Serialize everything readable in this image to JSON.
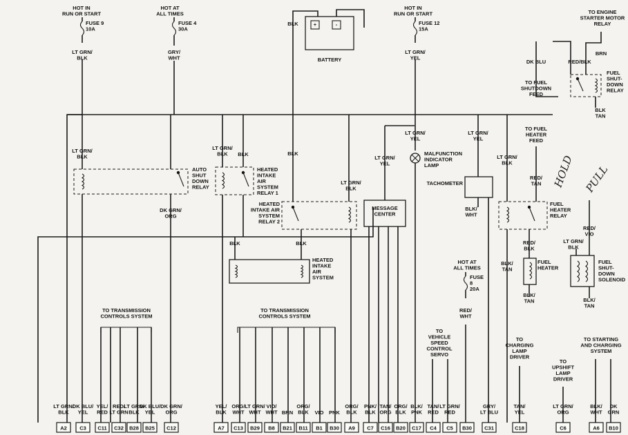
{
  "sources": {
    "hot_run_left": [
      "HOT IN",
      "RUN OR START"
    ],
    "hot_all_left": [
      "HOT AT",
      "ALL TIMES"
    ],
    "hot_run_right": [
      "HOT IN",
      "RUN OR START"
    ],
    "hot_all_mid": [
      "HOT AT",
      "ALL TIMES"
    ],
    "engine_relay": [
      "TO ENGINE",
      "STARTER MOTOR",
      "RELAY"
    ]
  },
  "fuses": {
    "fuse9": [
      "FUSE 9",
      "10A"
    ],
    "fuse4": [
      "FUSE 4",
      "30A"
    ],
    "fuse12": [
      "FUSE 12",
      "15A"
    ],
    "fuse8": [
      "FUSE",
      "8",
      "20A"
    ]
  },
  "battery": {
    "label": "BATTERY",
    "pos": "+",
    "neg": "-"
  },
  "components": {
    "asd_relay": [
      "AUTO",
      "SHUT",
      "DOWN",
      "RELAY"
    ],
    "hia_relay1": [
      "HEATED",
      "INTAKE",
      "AIR",
      "SYSTEM",
      "RELAY 1"
    ],
    "hia_relay2": [
      "HEATED",
      "INTAKE AIR",
      "SYSTEM",
      "RELAY 2"
    ],
    "hia_system": [
      "HEATED",
      "INTAKE",
      "AIR",
      "SYSTEM"
    ],
    "message_center": [
      "MESSAGE",
      "CENTER"
    ],
    "mil": [
      "MALFUNCTION",
      "INDICATOR",
      "LAMP"
    ],
    "tachometer": "TACHOMETER",
    "fuel_heater_relay": [
      "FUEL",
      "HEATER",
      "RELAY"
    ],
    "fuel_heater": [
      "FUEL",
      "HEATER"
    ],
    "fuel_shutdown_relay": [
      "FUEL",
      "SHUT-",
      "DOWN",
      "RELAY"
    ],
    "fuel_shutdown_solenoid": [
      "FUEL",
      "SHUT-",
      "DOWN",
      "SOLENOID"
    ]
  },
  "notes": {
    "trans_left": [
      "TO TRANSMISSION",
      "CONTROLS SYSTEM"
    ],
    "trans_mid": [
      "TO TRANSMISSION",
      "CONTROLS SYSTEM"
    ],
    "vss": [
      "TO",
      "VEHICLE",
      "SPEED",
      "CONTROL",
      "SERVO"
    ],
    "charging_lamp": [
      "TO",
      "CHARGING",
      "LAMP",
      "DRIVER"
    ],
    "upshift": [
      "TO",
      "UPSHIFT",
      "LAMP",
      "DRIVER"
    ],
    "starting": [
      "TO STARTING",
      "AND CHARGING",
      "SYSTEM"
    ],
    "fuel_shutdown_feed": [
      "TO FUEL",
      "SHUTDOWN",
      "FEED"
    ],
    "fuel_heater_feed": [
      "TO FUEL",
      "HEATER",
      "FEED"
    ],
    "hand_hold": "HOLD",
    "hand_pull": "PULL"
  },
  "wires": {
    "w_fuse9": [
      "LT GRN/",
      "BLK"
    ],
    "w_fuse4": [
      "GRY/",
      "WHT"
    ],
    "w_fuse12": [
      "LT GRN/",
      "YEL"
    ],
    "w_batt": "BLK",
    "w_asd_in": [
      "LT GRN/",
      "BLK"
    ],
    "w_asd_out": [
      "DK GRN/",
      "ORG"
    ],
    "w_r1_a": [
      "LT GRN/",
      "BLK"
    ],
    "w_r1_b": "BLK",
    "w_r2_in": "BLK",
    "w_r2_a": "BLK",
    "w_r2_b": "BLK",
    "w_a9": [
      "LT GRN/",
      "BLK"
    ],
    "w_mc": [
      "LT GRN/",
      "YEL"
    ],
    "w_mil": [
      "LT GRN/",
      "YEL"
    ],
    "w_tach_in": [
      "LT GRN/",
      "YEL"
    ],
    "w_tach_out": [
      "BLK/",
      "WHT"
    ],
    "w_fh_in": [
      "LT GRN/",
      "BLK"
    ],
    "w_fh_feed": [
      "RED/",
      "TAN"
    ],
    "w_fh_out": [
      "RED/",
      "BLK"
    ],
    "w_fh_gnd1": [
      "BLK/",
      "TAN"
    ],
    "w_fh_gnd2": [
      "BLK/",
      "TAN"
    ],
    "w_fsd_a": [
      "DK BLU"
    ],
    "w_fsd_b": [
      "RED/BLK"
    ],
    "w_fsd_c": "BRN",
    "w_fsd_gnd": [
      "BLK",
      "TAN"
    ],
    "w_sol_a": [
      "RED/",
      "VIO"
    ],
    "w_sol_b": [
      "LT GRN/",
      "BLK"
    ],
    "w_sol_gnd": [
      "BLK/",
      "TAN"
    ],
    "w_f8": [
      "RED/",
      "WHT"
    ]
  },
  "bottom_wires": [
    {
      "pin": "A2",
      "lines": [
        "LT GRN/",
        "BLK"
      ]
    },
    {
      "pin": "C3",
      "lines": [
        "DK BLU/",
        "YEL"
      ]
    },
    {
      "pin": "C11",
      "lines": [
        "YEL/",
        "RED"
      ]
    },
    {
      "pin": "C32",
      "lines": [
        "RED/",
        "LT GRN"
      ]
    },
    {
      "pin": "B28",
      "lines": [
        "LT GRN/",
        "BLK"
      ]
    },
    {
      "pin": "B25",
      "lines": [
        "DK BLU/",
        "YEL"
      ]
    },
    {
      "pin": "C12",
      "lines": [
        "DK GRN/",
        "ORG"
      ]
    },
    {
      "pin": "A7",
      "lines": [
        "YEL/",
        "BLK"
      ]
    },
    {
      "pin": "C13",
      "lines": [
        "ORG/",
        "WHT"
      ]
    },
    {
      "pin": "B29",
      "lines": [
        "LT GRN/",
        "WHT"
      ]
    },
    {
      "pin": "B8",
      "lines": [
        "VIO/",
        "WHT"
      ]
    },
    {
      "pin": "B21",
      "lines": [
        "BRN"
      ]
    },
    {
      "pin": "B11",
      "lines": [
        "ORG/",
        "BLK"
      ]
    },
    {
      "pin": "B1",
      "lines": [
        "VIO"
      ]
    },
    {
      "pin": "B30",
      "lines": [
        "PNK"
      ]
    },
    {
      "pin": "A9",
      "lines": [
        "ORG/",
        "BLK"
      ]
    },
    {
      "pin": "C7",
      "lines": [
        "PNK/",
        "BLK"
      ]
    },
    {
      "pin": "C16",
      "lines": [
        "TAN/",
        "ORG"
      ]
    },
    {
      "pin": "B20",
      "lines": [
        "ORG/",
        "BLK"
      ]
    },
    {
      "pin": "C17",
      "lines": [
        "BLK/",
        "PNK"
      ]
    },
    {
      "pin": "C4",
      "lines": [
        "TAN/",
        "RED"
      ]
    },
    {
      "pin": "C5",
      "lines": [
        "LT GRN/",
        "RED"
      ]
    },
    {
      "pin": "B30",
      "lines": []
    },
    {
      "pin": "C31",
      "lines": [
        "GRY/",
        "LT BLU"
      ]
    },
    {
      "pin": "C18",
      "lines": [
        "TAN/",
        "YEL"
      ]
    },
    {
      "pin": "C6",
      "lines": [
        "LT GRN/",
        "ORG"
      ]
    },
    {
      "pin": "A6",
      "lines": [
        "BLK/",
        "WHT"
      ]
    },
    {
      "pin": "B10",
      "lines": [
        "DK",
        "GRN"
      ]
    }
  ]
}
